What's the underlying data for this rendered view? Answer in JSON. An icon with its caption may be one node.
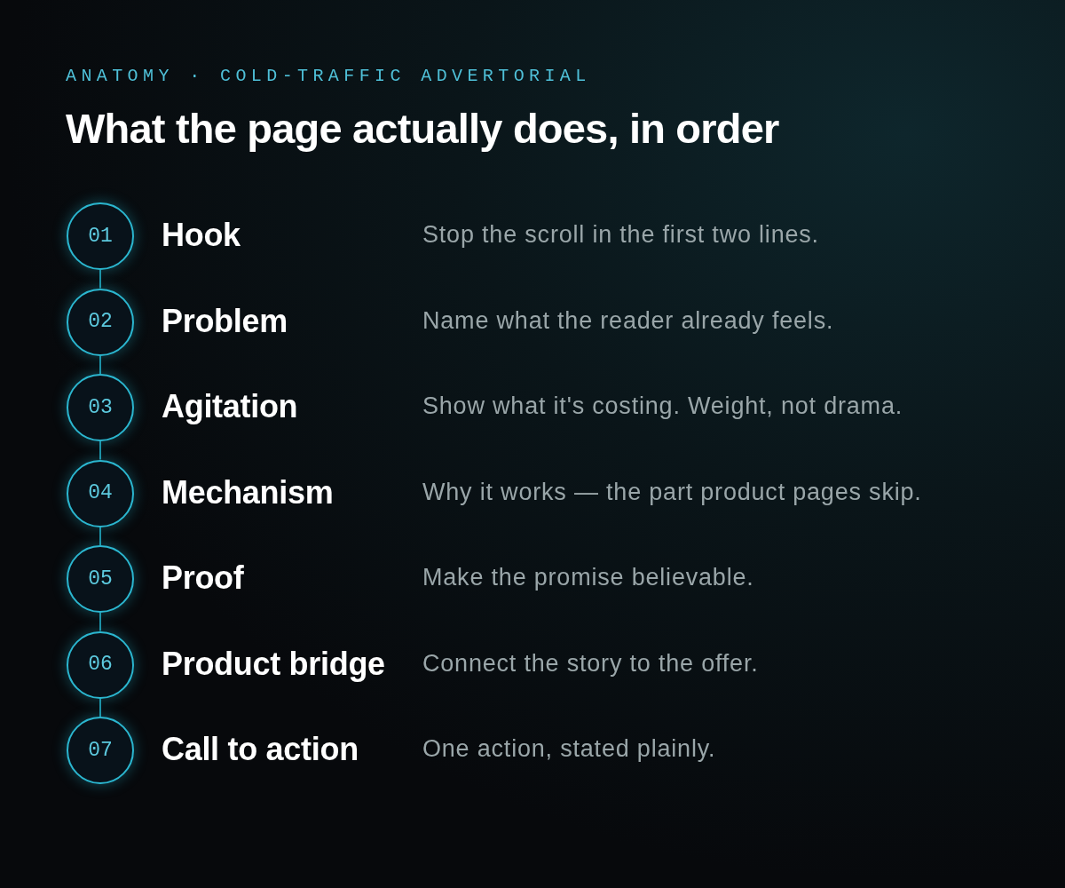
{
  "diagram": {
    "title": "What the page actually does, in order",
    "labels": [
      "ANATOMY · COLD-TRAFFIC ADVERTORIAL",
      "Stop the scroll in the first two lines.",
      "Name what the reader already feels.",
      "Show what it's costing. Weight, not drama.",
      "Why it works — the part product pages skip.",
      "Make the promise believable.",
      "Connect the story to the offer.",
      "One action, stated plainly."
    ],
    "nodes": [
      {
        "text": [
          "01"
        ],
        "beside": [
          "Hook"
        ]
      },
      {
        "text": [
          "02"
        ],
        "beside": [
          "Problem"
        ]
      },
      {
        "text": [
          "03"
        ],
        "beside": [
          "Agitation"
        ]
      },
      {
        "text": [
          "04"
        ],
        "beside": [
          "Mechanism"
        ]
      },
      {
        "text": [
          "05"
        ],
        "beside": [
          "Proof"
        ]
      },
      {
        "text": [
          "06"
        ],
        "beside": [
          "Product bridge"
        ]
      },
      {
        "text": [
          "07"
        ],
        "beside": [
          "Call to action"
        ]
      }
    ],
    "edges": [
      {
        "from": 0,
        "to": 1,
        "arrow": "none"
      },
      {
        "from": 1,
        "to": 2,
        "arrow": "none"
      },
      {
        "from": 2,
        "to": 3,
        "arrow": "none"
      },
      {
        "from": 3,
        "to": 4,
        "arrow": "none"
      },
      {
        "from": 4,
        "to": 5,
        "arrow": "none"
      },
      {
        "from": 5,
        "to": 6,
        "arrow": "none"
      }
    ]
  }
}
